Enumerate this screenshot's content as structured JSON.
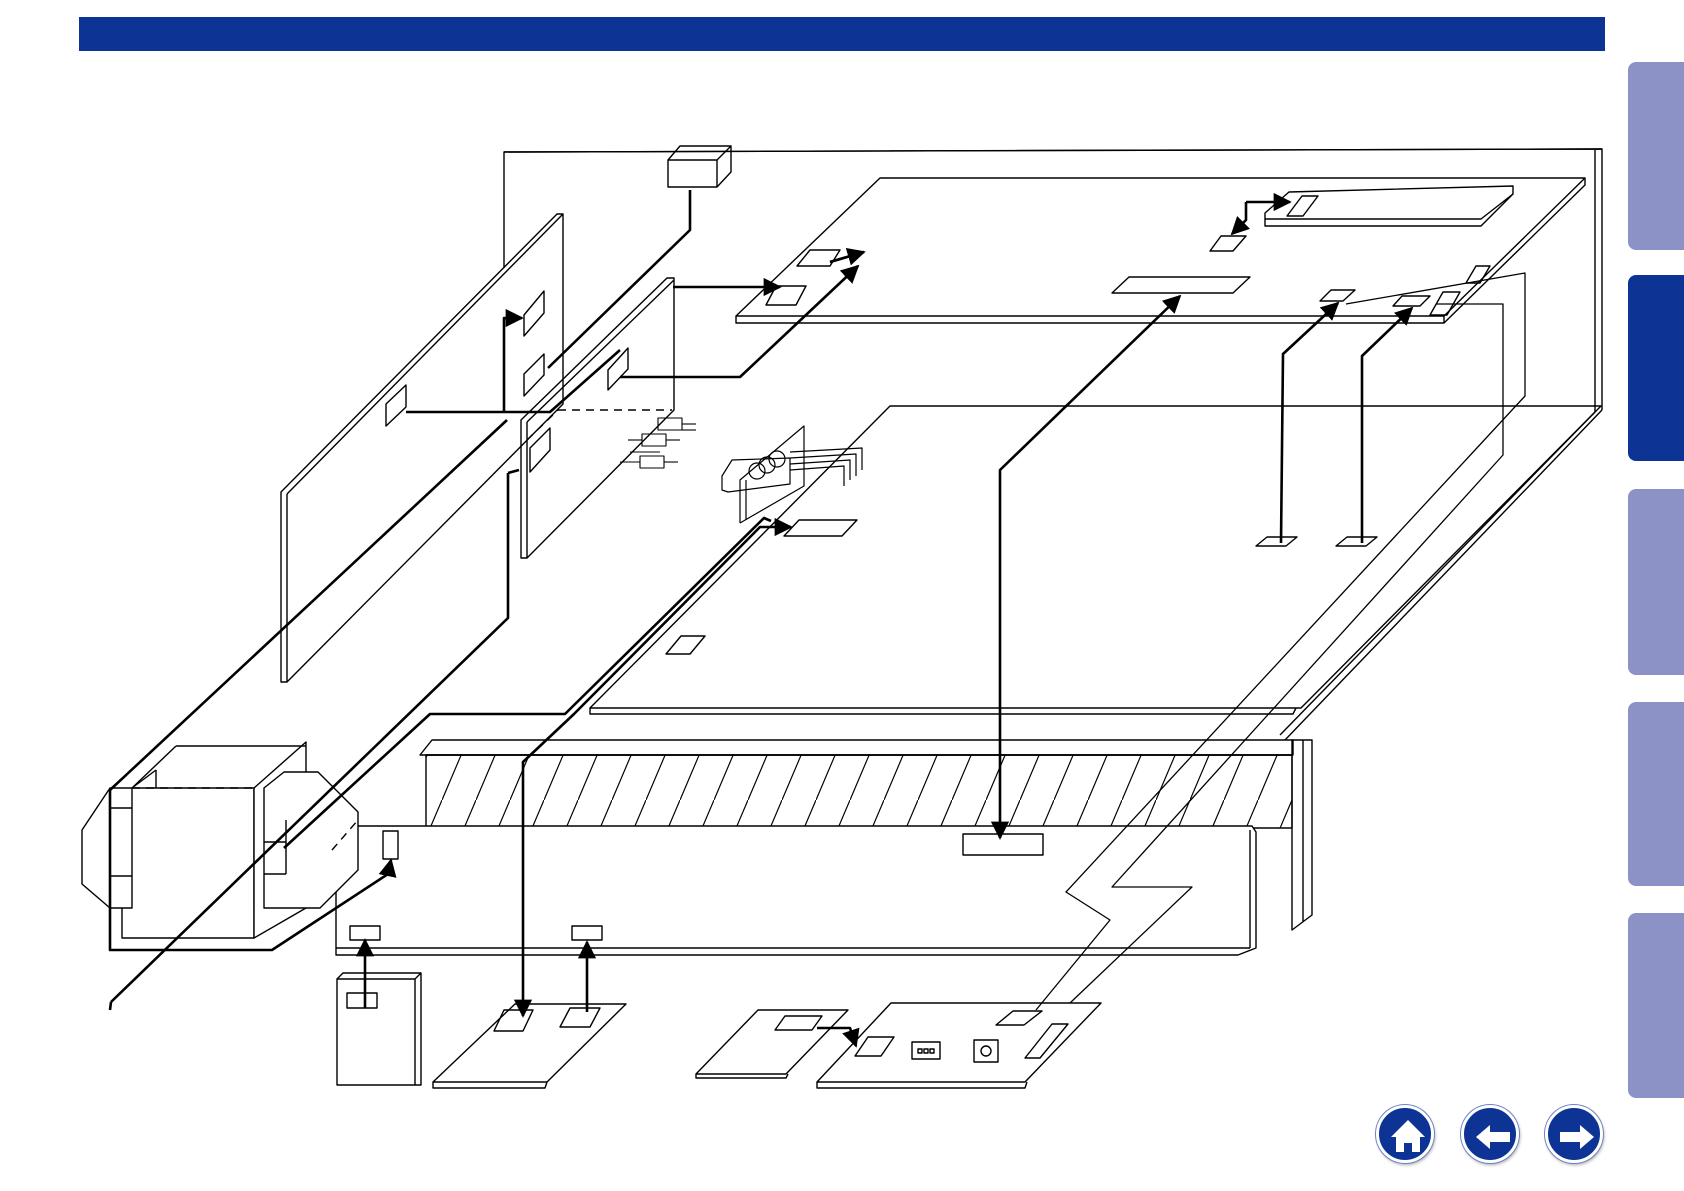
{
  "colors": {
    "header_bar": "#0d3494",
    "tab_inactive": "#8c91c6",
    "tab_active": "#0d3494",
    "nav_button": "#0d3494",
    "wire": "#000000"
  },
  "side_tabs": [
    {
      "state": "inactive"
    },
    {
      "state": "active"
    },
    {
      "state": "inactive"
    },
    {
      "state": "inactive"
    },
    {
      "state": "inactive"
    }
  ],
  "nav": {
    "home_icon": "home-icon",
    "back_icon": "arrow-left-icon",
    "next_icon": "arrow-right-icon"
  }
}
